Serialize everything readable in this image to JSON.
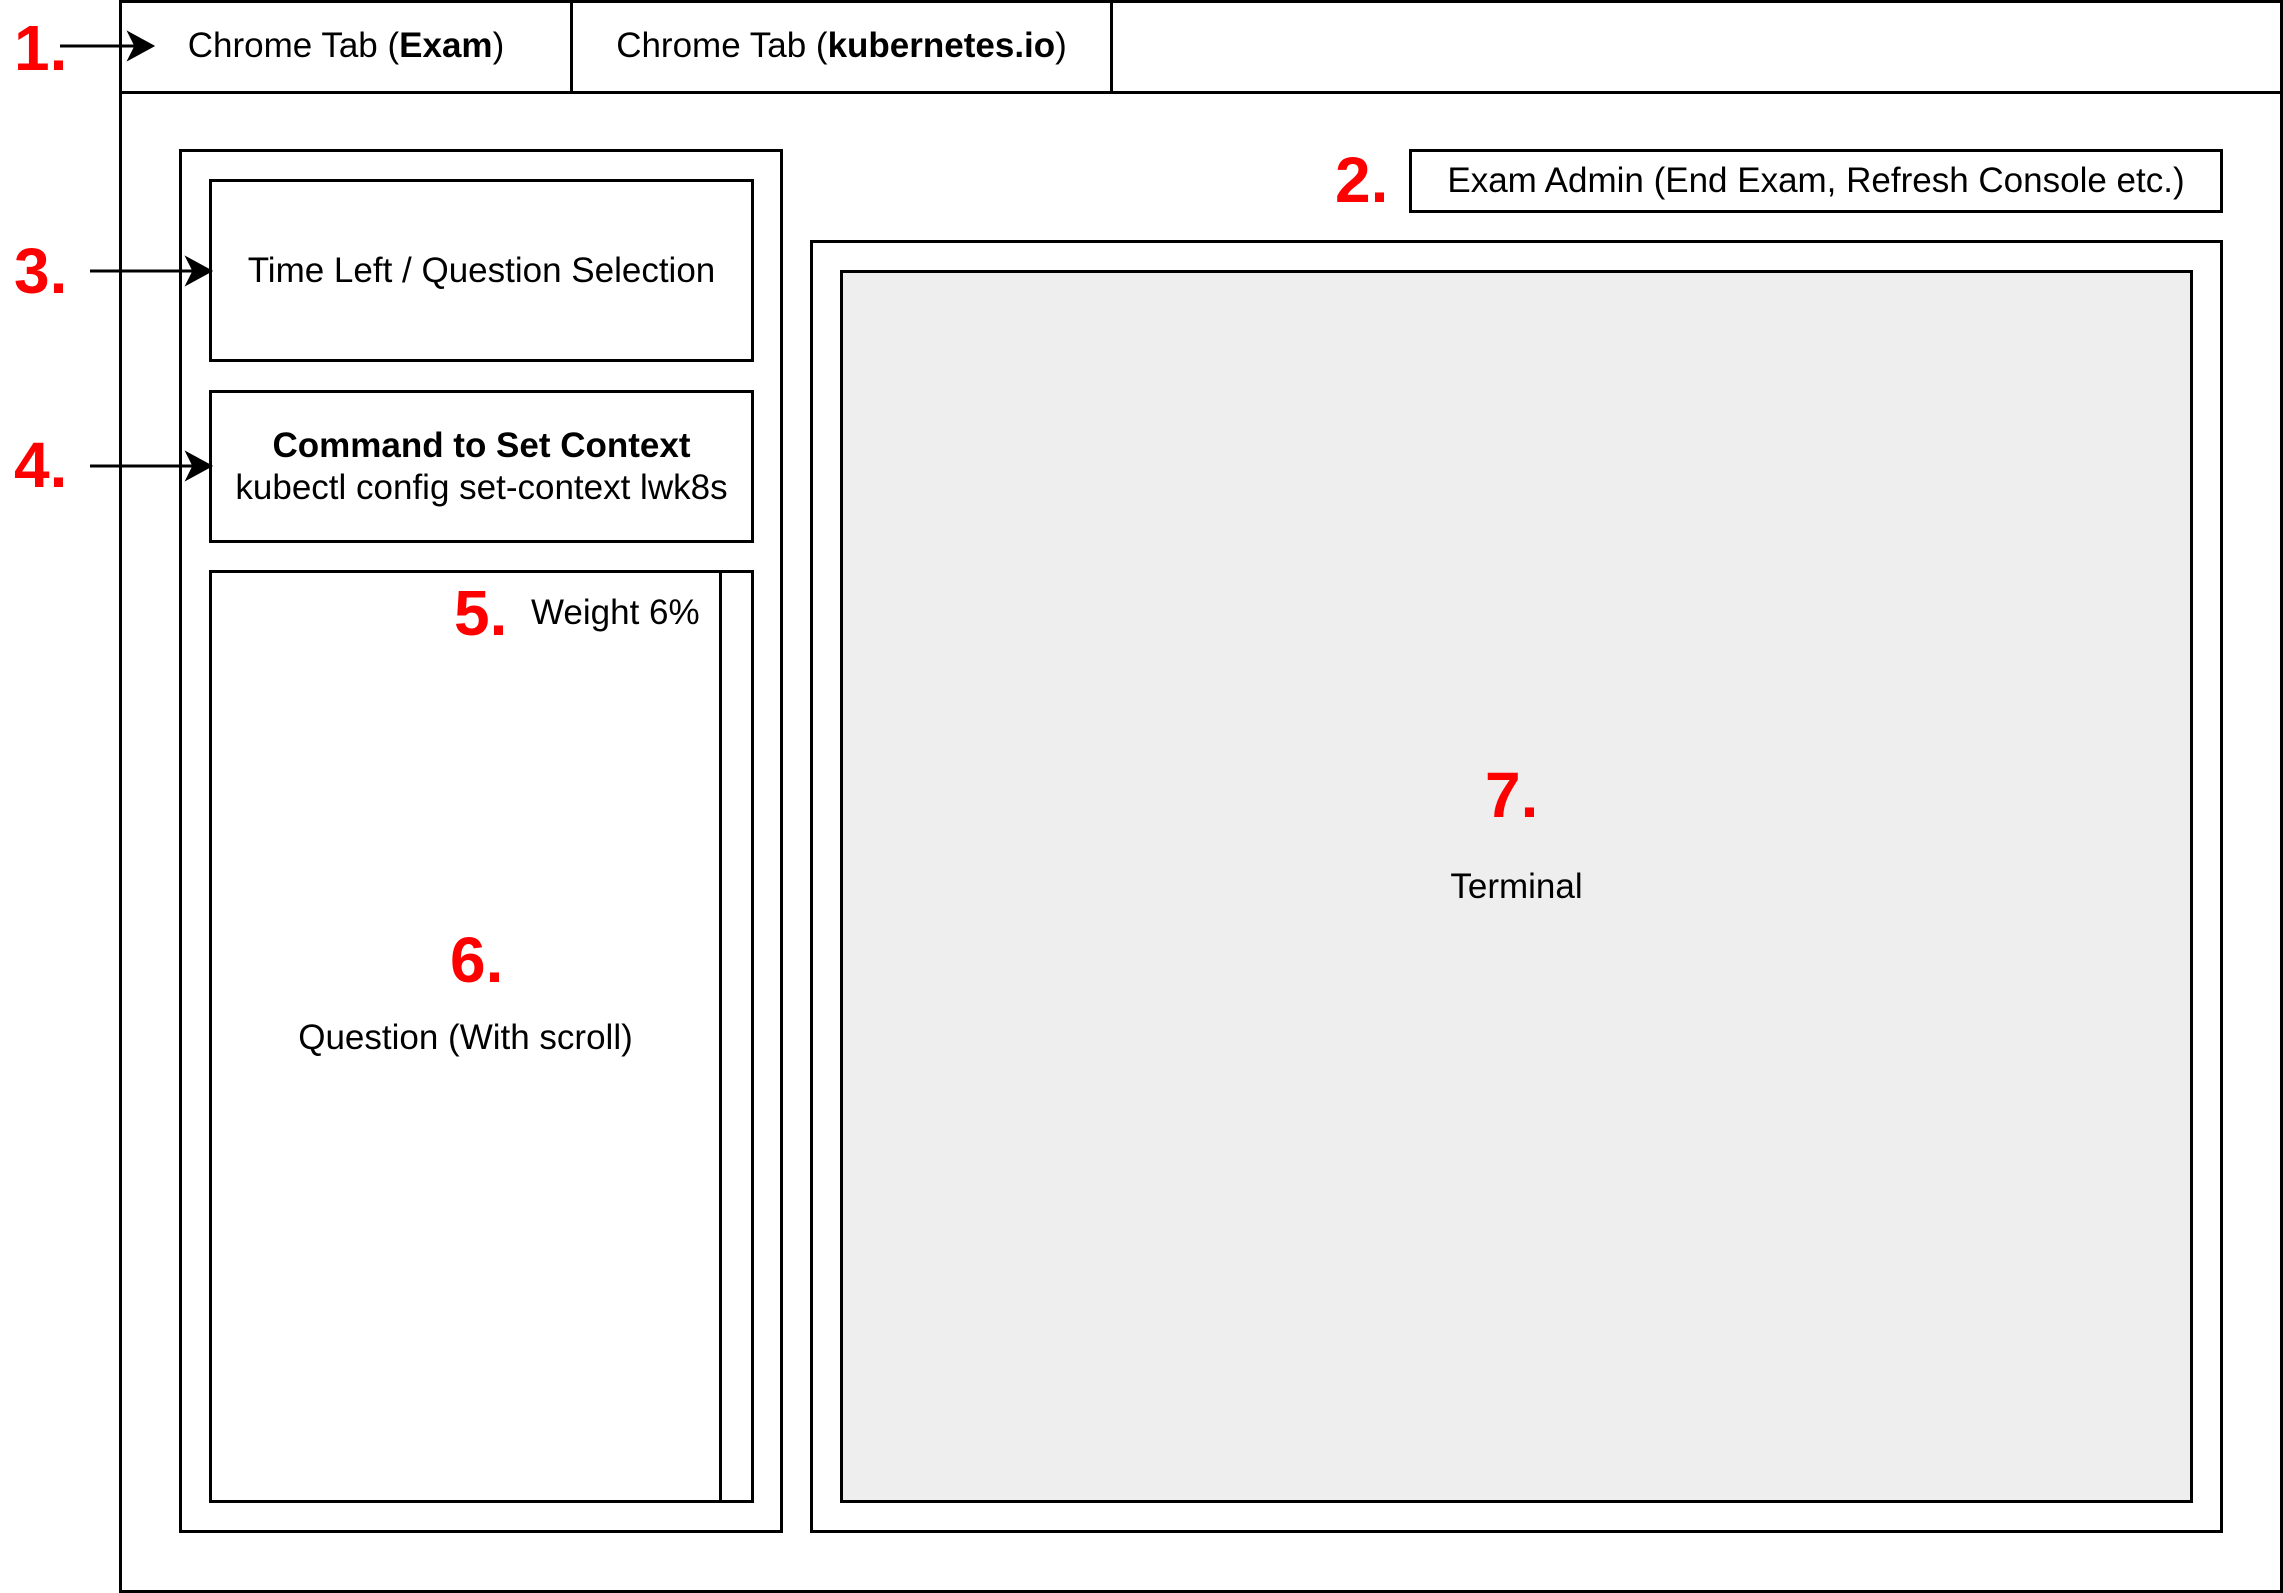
{
  "tabs": [
    {
      "prefix": "Chrome Tab (",
      "bold": "Exam",
      "suffix": ")"
    },
    {
      "prefix": "Chrome Tab (",
      "bold": "kubernetes.io",
      "suffix": ")"
    }
  ],
  "exam_admin": {
    "label": "Exam Admin (End Exam, Refresh Console etc.)"
  },
  "time_left": {
    "label": "Time Left / Question Selection"
  },
  "context": {
    "title": "Command to Set Context",
    "command": "kubectl config set-context lwk8s"
  },
  "weight": {
    "label": "Weight 6%"
  },
  "question": {
    "label": "Question (With scroll)"
  },
  "terminal": {
    "label": "Terminal"
  },
  "markers": {
    "m1": "1.",
    "m2": "2.",
    "m3": "3.",
    "m4": "4.",
    "m5": "5.",
    "m6": "6.",
    "m7": "7."
  },
  "colors": {
    "marker": "#ff0000",
    "terminal_bg": "#eeeeee",
    "border": "#000000"
  }
}
